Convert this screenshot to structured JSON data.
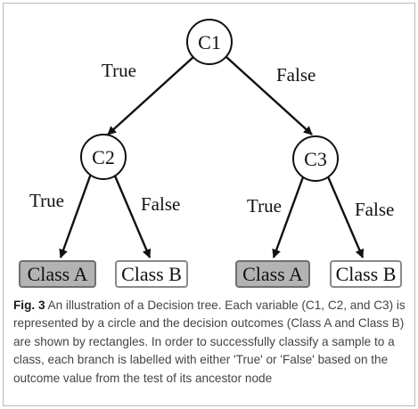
{
  "figure": {
    "nodes": {
      "c1": "C1",
      "c2": "C2",
      "c3": "C3"
    },
    "leaves": {
      "c2_true": "Class A",
      "c2_false": "Class B",
      "c3_true": "Class A",
      "c3_false": "Class B"
    },
    "edges": {
      "c1_c2": "True",
      "c1_c3": "False",
      "c2_a": "True",
      "c2_b": "False",
      "c3_a": "True",
      "c3_b": "False"
    },
    "caption": {
      "label": "Fig. 3",
      "text": "An illustration of a Decision tree. Each variable (C1, C2, and C3) is represented by a circle and the decision outcomes (Class A and Class B) are shown by rectangles. In order to successfully classify a sample to a class, each branch is labelled with either 'True' or 'False' based on the outcome value from the test of its ancestor node"
    },
    "colors": {
      "leaf_class_a_fill": "#b3b3b3",
      "leaf_class_b_fill": "#ffffff",
      "stroke": "#111111",
      "border": "#b9b9b9"
    }
  }
}
